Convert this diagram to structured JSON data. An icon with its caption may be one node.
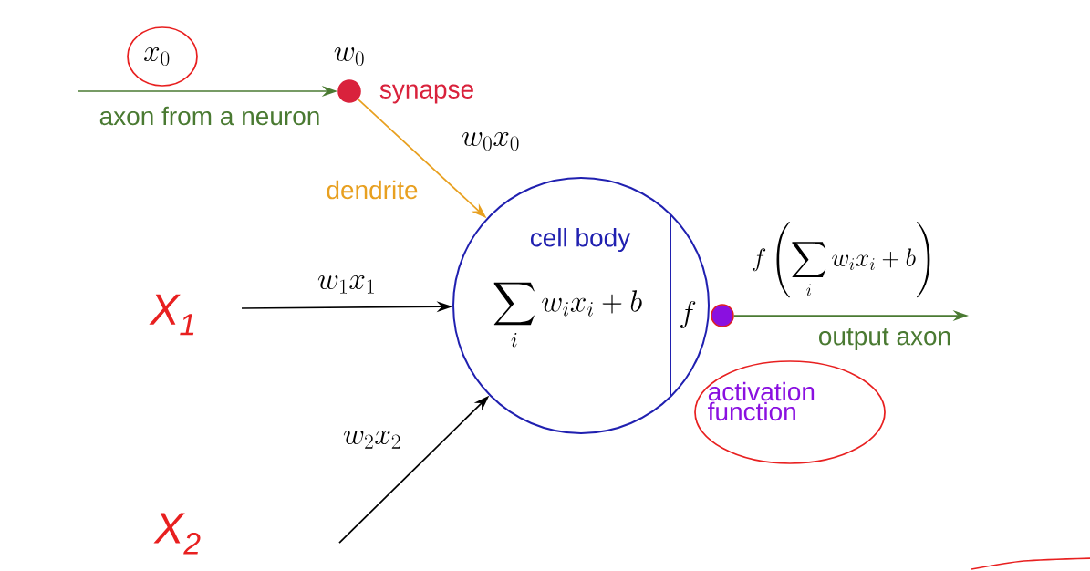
{
  "diagram": {
    "nodes": [
      {
        "text": [],
        "shape": "circle",
        "beside": [
          "w_0",
          "synapse"
        ]
      },
      {
        "text": [
          "cell body",
          "\\sum_i w_i x_i + b",
          "f"
        ]
      },
      {
        "text": [],
        "shape": "circle"
      }
    ],
    "edges": [
      {
        "from": null,
        "to": 0,
        "arrow": "to",
        "label": "axon from a neuron",
        "color": "#4a7a32"
      },
      {
        "from": 0,
        "to": 1,
        "arrow": "to",
        "label": "dendrite",
        "color": "#e8a020"
      },
      {
        "from": null,
        "to": 1,
        "arrow": "to",
        "color": "#000000"
      },
      {
        "from": null,
        "to": 1,
        "arrow": "to",
        "color": "#000000"
      },
      {
        "from": 2,
        "to": null,
        "arrow": "to",
        "label": "output axon",
        "color": "#4a7a32"
      }
    ],
    "labels": [
      "x_0",
      "w_0x_0",
      "w_1x_1",
      "w_2x_2",
      "f\\left(\\sum_i w_ix_i+b\\right)",
      "X$_{1}$",
      "X$_{2}$",
      "activation function"
    ]
  }
}
